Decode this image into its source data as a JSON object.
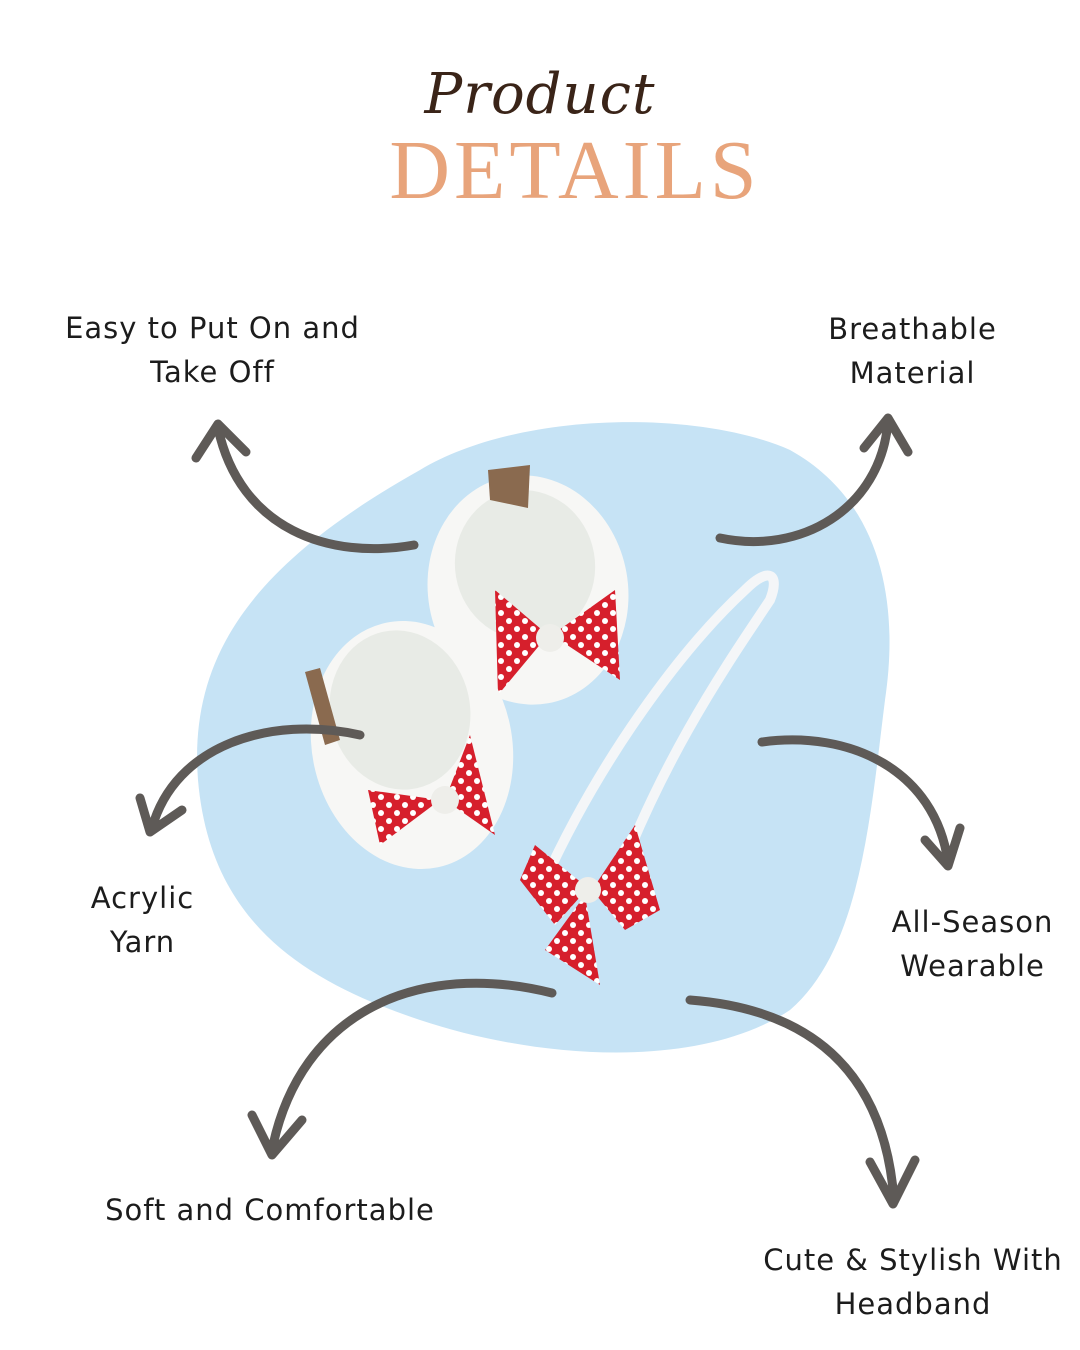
{
  "title": {
    "script": "Product",
    "main": "DETAILS"
  },
  "features": [
    {
      "line1": "Easy to Put On and",
      "line2": "Take Off"
    },
    {
      "line1": "Breathable",
      "line2": "Material"
    },
    {
      "line1": "Acrylic",
      "line2": "Yarn"
    },
    {
      "line1": "All-Season",
      "line2": "Wearable"
    },
    {
      "line1": "Soft and Comfortable"
    },
    {
      "line1": "Cute & Stylish With",
      "line2": "Headband"
    }
  ],
  "colors": {
    "accent": "#e8a47b",
    "script": "#3a2418",
    "blob": "#c6e3f5",
    "arrow": "#5e5a57",
    "bow": "#d61f2c"
  }
}
